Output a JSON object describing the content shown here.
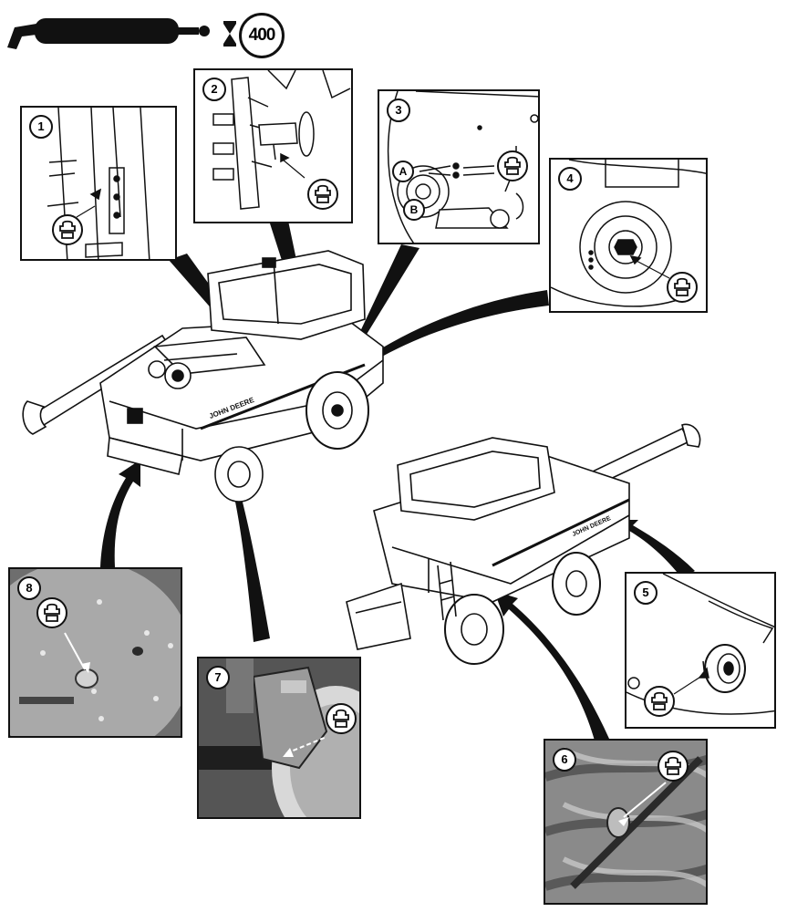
{
  "header": {
    "tool_icon": "grease-gun-icon",
    "interval_icon": "hourglass-icon",
    "interval_hours": "400"
  },
  "panels": [
    {
      "number": "1",
      "type": "drawing",
      "icon": "grease-fitting-icon"
    },
    {
      "number": "2",
      "type": "drawing",
      "icon": "grease-fitting-icon"
    },
    {
      "number": "3",
      "type": "drawing",
      "icon": "grease-fitting-icon",
      "callouts": [
        "A",
        "B"
      ]
    },
    {
      "number": "4",
      "type": "drawing",
      "icon": "grease-fitting-icon"
    },
    {
      "number": "5",
      "type": "drawing",
      "icon": "grease-fitting-icon"
    },
    {
      "number": "6",
      "type": "photo",
      "icon": "grease-fitting-icon"
    },
    {
      "number": "7",
      "type": "photo",
      "icon": "grease-fitting-icon"
    },
    {
      "number": "8",
      "type": "photo",
      "icon": "grease-fitting-icon"
    }
  ],
  "machine": {
    "brand_text": "JOHN DEERE"
  },
  "colors": {
    "ink": "#111111",
    "photo_gray": "#8a8a8a",
    "paper": "#ffffff"
  }
}
